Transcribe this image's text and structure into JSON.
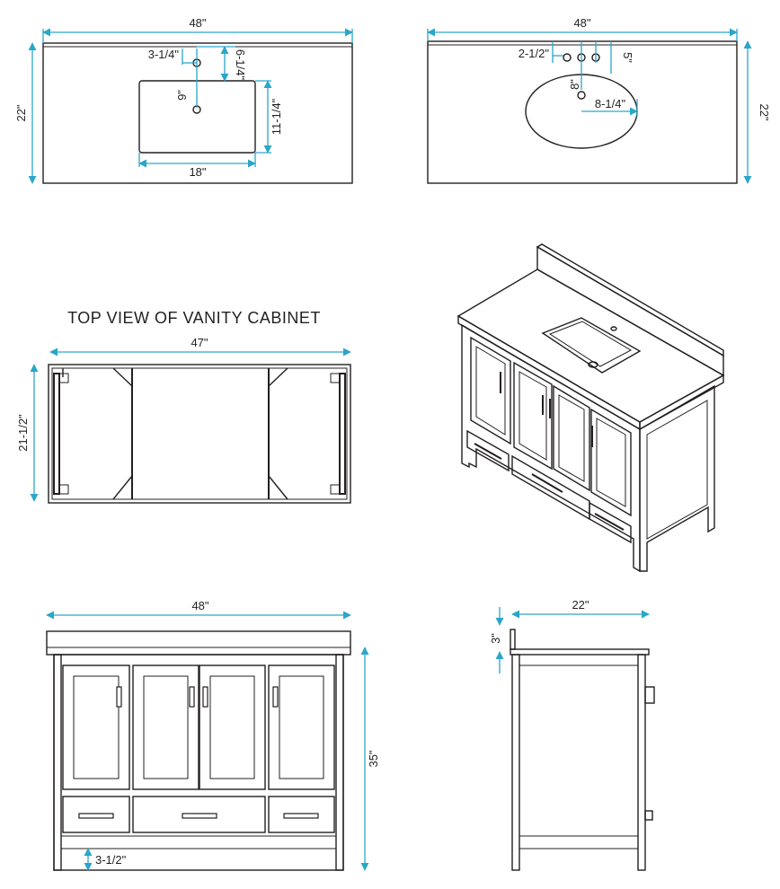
{
  "colors": {
    "outline": "#231f20",
    "dimension_line": "#2aa6c9",
    "background": "#ffffff"
  },
  "views": {
    "top_rect_sink": {
      "width_label": "48\"",
      "depth_label": "22\"",
      "faucet_offset_label": "3-1/4\"",
      "faucet_to_sink_label": "6-1/4\"",
      "drain_label": "9\"",
      "sink_depth_label": "11-1/4\"",
      "sink_width_label": "18\""
    },
    "top_oval_sink": {
      "width_label": "48\"",
      "depth_label": "22\"",
      "faucet_spacing_label": "2-1/2\"",
      "faucet_to_edge_label": "5\"",
      "drain_label": "8\"",
      "sink_half_width_label": "8-1/4\""
    },
    "cabinet_top_view": {
      "title": "TOP VIEW OF VANITY CABINET",
      "width_label": "47\"",
      "depth_label": "21-1/2\""
    },
    "front_view": {
      "width_label": "48\"",
      "height_label": "35\"",
      "toe_kick_label": "3-1/2\""
    },
    "side_view": {
      "depth_label": "22\"",
      "backsplash_label": "3\""
    }
  }
}
